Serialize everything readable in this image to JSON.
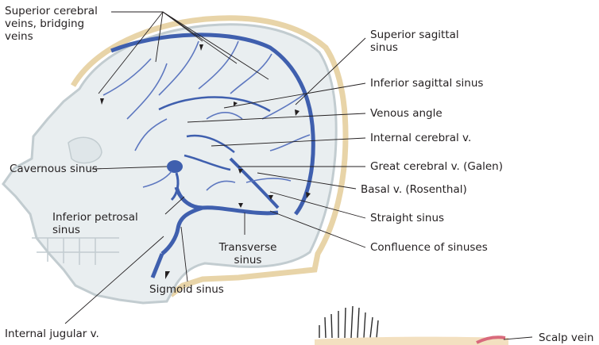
{
  "labels": {
    "superior_cerebral_veins": [
      "Superior cerebral",
      "veins, bridging",
      "veins"
    ],
    "superior_sagittal_sinus": [
      "Superior sagittal",
      "sinus"
    ],
    "inferior_sagittal_sinus": "Inferior sagittal sinus",
    "venous_angle": "Venous angle",
    "internal_cerebral_v": "Internal cerebral v.",
    "cavernous_sinus": "Cavernous sinus",
    "great_cerebral_v": "Great cerebral v. (Galen)",
    "basal_v": "Basal v. (Rosenthal)",
    "inferior_petrosal_sinus": [
      "Inferior petrosal",
      "sinus"
    ],
    "straight_sinus": "Straight sinus",
    "transverse_sinus": [
      "Transverse",
      "sinus"
    ],
    "confluence_of_sinuses": "Confluence of sinuses",
    "sigmoid_sinus": "Sigmoid sinus",
    "internal_jugular_v": "Internal jugular v.",
    "scalp_vein": "Scalp vein"
  },
  "colors": {
    "vein_blue": "#3f5fae",
    "vein_light": "#8fa3d6",
    "skull_fill": "#e9eef0",
    "skull_outline": "#c2ccd0",
    "scalp": "#e8d4a8",
    "leader": "#231f20"
  }
}
